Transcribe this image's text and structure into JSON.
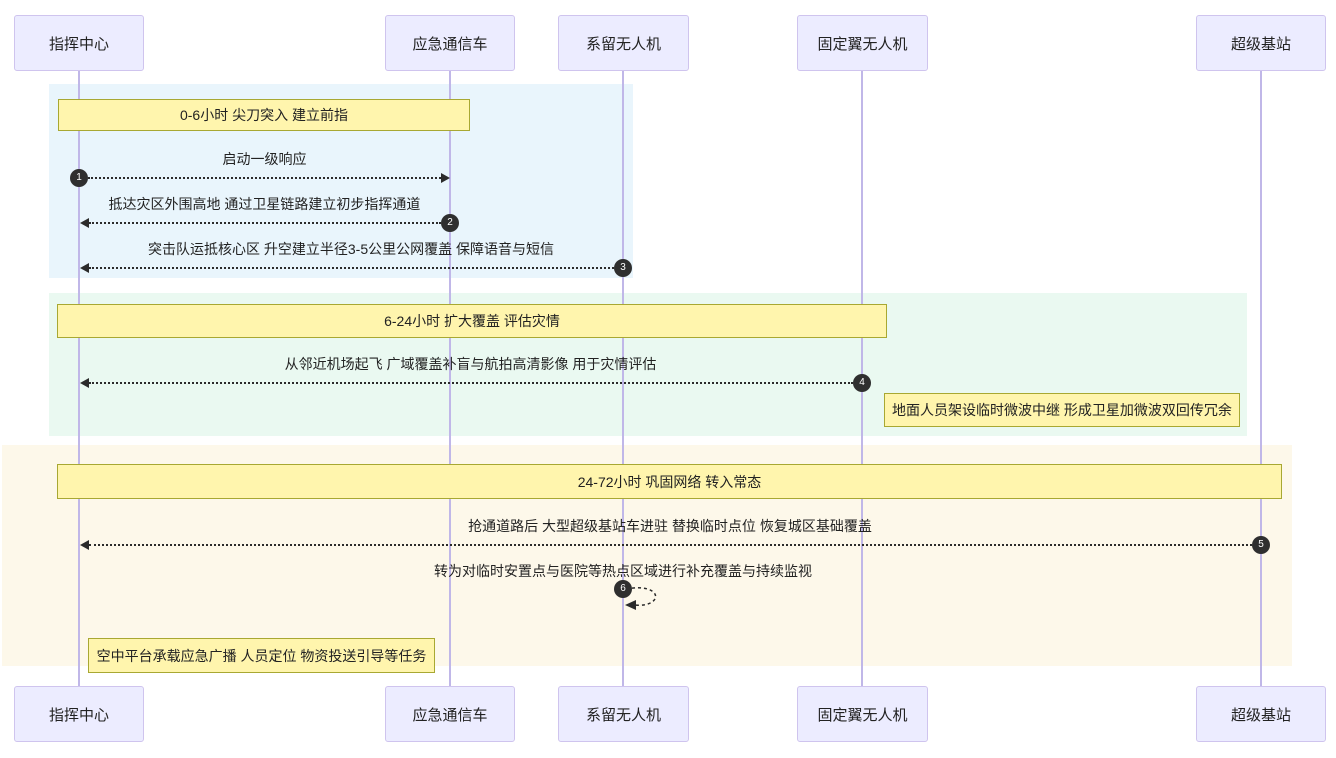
{
  "diagram": {
    "type": "sequence",
    "actors": [
      {
        "label": "指挥中心"
      },
      {
        "label": "应急通信车"
      },
      {
        "label": "系留无人机"
      },
      {
        "label": "固定翼无人机"
      },
      {
        "label": "超级基站"
      }
    ],
    "phases": [
      {
        "title": "0-6小时 尖刀突入 建立前指"
      },
      {
        "title": "6-24小时 扩大覆盖 评估灾情"
      },
      {
        "title": "24-72小时 巩固网络 转入常态"
      }
    ],
    "messages": [
      {
        "seq": "1",
        "from": "指挥中心",
        "to": "应急通信车",
        "text": "启动一级响应"
      },
      {
        "seq": "2",
        "from": "应急通信车",
        "to": "指挥中心",
        "text": "抵达灾区外围高地 通过卫星链路建立初步指挥通道"
      },
      {
        "seq": "3",
        "from": "系留无人机",
        "to": "指挥中心",
        "text": "突击队运抵核心区 升空建立半径3-5公里公网覆盖 保障语音与短信"
      },
      {
        "seq": "4",
        "from": "固定翼无人机",
        "to": "指挥中心",
        "text": "从邻近机场起飞 广域覆盖补盲与航拍高清影像 用于灾情评估"
      },
      {
        "seq": "5",
        "from": "超级基站",
        "to": "指挥中心",
        "text": "抢通道路后 大型超级基站车进驻 替换临时点位 恢复城区基础覆盖"
      },
      {
        "seq": "6",
        "from": "系留无人机",
        "to": "系留无人机",
        "text": "转为对临时安置点与医院等热点区域进行补充覆盖与持续监视"
      }
    ],
    "notes": [
      {
        "text": "地面人员架设临时微波中继 形成卫星加微波双回传冗余"
      },
      {
        "text": "空中平台承载应急广播 人员定位 物资投送引导等任务"
      }
    ],
    "colors": {
      "actor_fill": "#ECECFF",
      "actor_border": "#cfc4ee",
      "lifeline": "#c0b7e8",
      "note_fill": "#fff5ad",
      "note_border": "#a8a832",
      "phase1_bg": "#e9f5fc",
      "phase2_bg": "#eaf9f1",
      "phase3_bg": "#fdf8ea",
      "seq_badge": "#2f2f2f",
      "arrow": "#2b2b2b"
    }
  }
}
